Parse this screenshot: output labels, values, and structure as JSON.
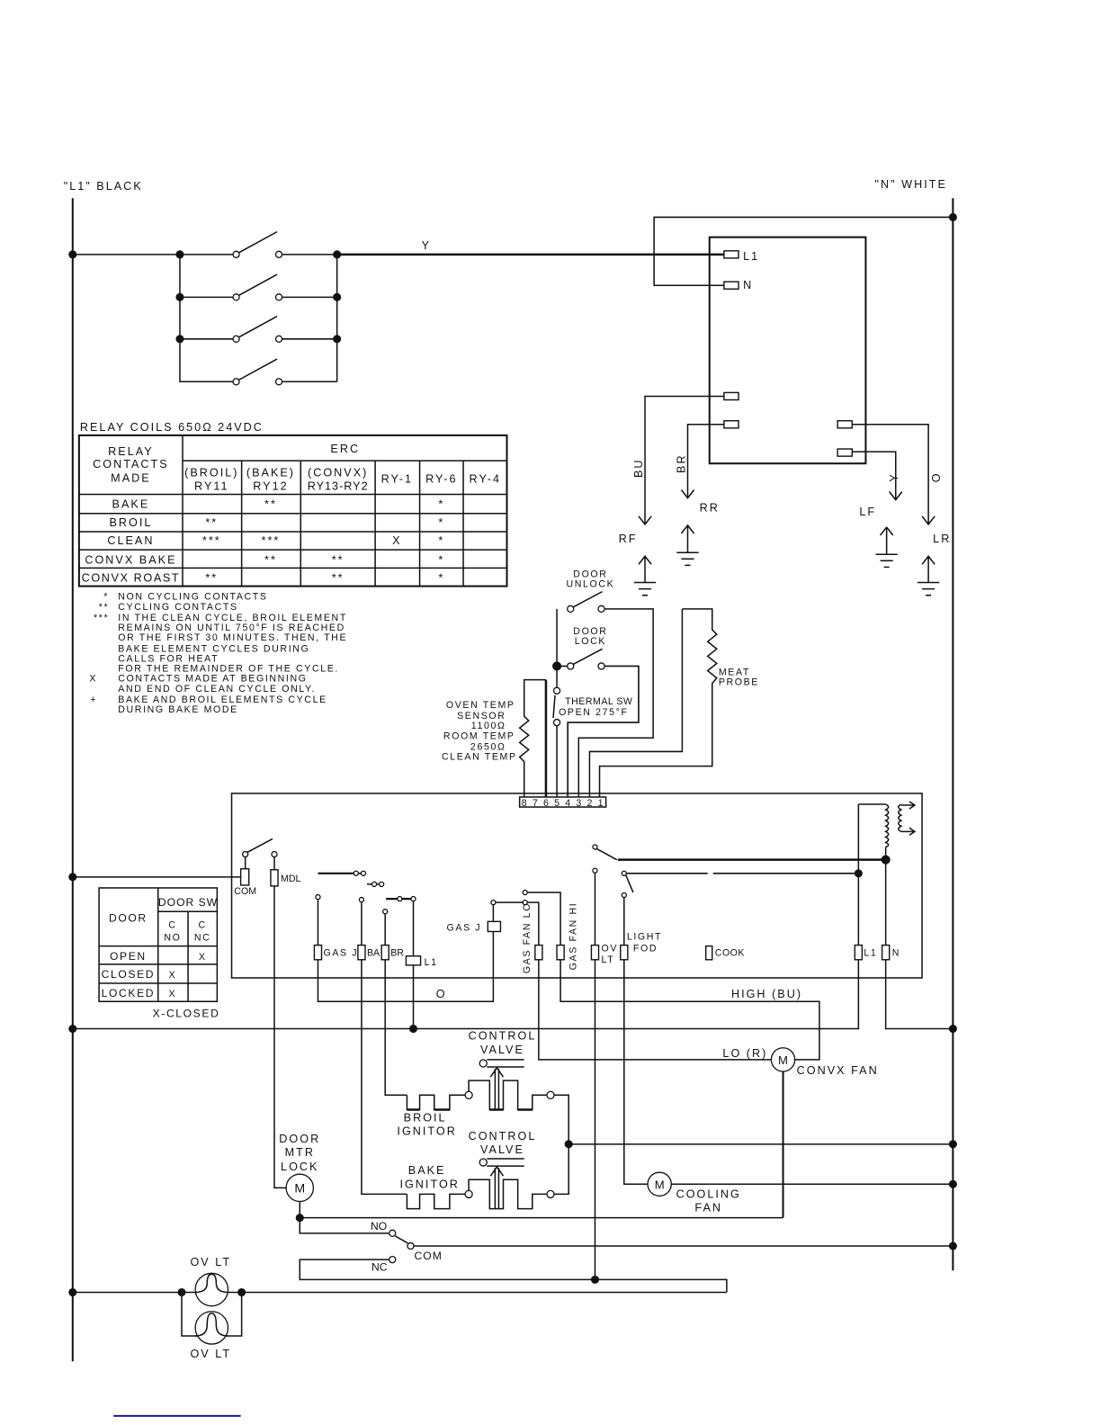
{
  "rails": {
    "l1": "\"L1\" BLACK",
    "n": "\"N\" WHITE"
  },
  "top_wire_label": "Y",
  "module": {
    "l1": "L1",
    "n": "N"
  },
  "elements": {
    "bu": "BU",
    "br": "BR",
    "y": "Y",
    "o": "O",
    "rf": "RF",
    "rr": "RR",
    "lf": "LF",
    "lr": "LR"
  },
  "relay_table": {
    "title": "RELAY COILS 650Ω 24VDC",
    "header_left": [
      "RELAY",
      "CONTACTS",
      "MADE"
    ],
    "erc": "ERC",
    "columns": [
      [
        "(BROIL)",
        "RY11"
      ],
      [
        "(BAKE)",
        "RY12"
      ],
      [
        "(CONVX)",
        "RY13-RY2"
      ],
      [
        "RY-1"
      ],
      [
        "RY-6"
      ],
      [
        "RY-4"
      ]
    ],
    "rows": [
      {
        "mode": "BAKE",
        "cells": [
          "",
          "**",
          "",
          "",
          "*",
          ""
        ]
      },
      {
        "mode": "BROIL",
        "cells": [
          "**",
          "",
          "",
          "",
          "*",
          ""
        ]
      },
      {
        "mode": "CLEAN",
        "cells": [
          "***",
          "***",
          "",
          "X",
          "*",
          ""
        ]
      },
      {
        "mode": "CONVX BAKE",
        "cells": [
          "",
          "**",
          "**",
          "",
          "*",
          ""
        ]
      },
      {
        "mode": "CONVX ROAST",
        "cells": [
          "**",
          "",
          "**",
          "",
          "*",
          ""
        ]
      }
    ]
  },
  "notes": [
    {
      "sym": "*",
      "text": [
        "NON CYCLING CONTACTS"
      ]
    },
    {
      "sym": "**",
      "text": [
        "CYCLING CONTACTS"
      ]
    },
    {
      "sym": "***",
      "text": [
        "IN THE CLEAN CYCLE, BROIL ELEMENT",
        "REMAINS ON UNTIL 750°F IS REACHED",
        "OR THE FIRST 30 MINUTES. THEN, THE",
        "BAKE ELEMENT CYCLES DURING",
        "CALLS FOR HEAT",
        "FOR THE REMAINDER OF THE CYCLE."
      ]
    },
    {
      "sym": "X",
      "text": [
        "CONTACTS MADE AT BEGINNING",
        "AND END OF CLEAN CYCLE ONLY."
      ]
    },
    {
      "sym": "+",
      "text": [
        "BAKE AND BROIL ELEMENTS CYCLE",
        "DURING BAKE MODE"
      ]
    }
  ],
  "door_unlock": [
    "DOOR",
    "UNLOCK"
  ],
  "door_lock": [
    "DOOR",
    "LOCK"
  ],
  "thermal_sw": [
    "THERMAL SW",
    "OPEN 275°F"
  ],
  "meat_probe": [
    "MEAT",
    "PROBE"
  ],
  "oven_sensor": [
    "OVEN TEMP",
    "SENSOR",
    "1100Ω",
    "ROOM TEMP",
    "2650Ω",
    "CLEAN TEMP"
  ],
  "pins": [
    "8",
    "7",
    "6",
    "5",
    "4",
    "3",
    "2",
    "1"
  ],
  "board": {
    "com": "COM",
    "mdl": "MDL",
    "gas_j_term": "GAS J",
    "ba": "BA",
    "br": "BR",
    "l1_relay": "L1",
    "gas_j_relay": "GAS J",
    "gas_fan_lo": "GAS FAN LO",
    "gas_fan_hi": "GAS FAN HI",
    "ov_lt": [
      "OV",
      "LT"
    ],
    "light_fod": [
      "LIGHT",
      "FOD"
    ],
    "cook": "COOK",
    "l1": "L1",
    "n": "N"
  },
  "wires": {
    "o": "O",
    "high": "HIGH (BU)",
    "lo": "LO (R)"
  },
  "components": {
    "motor_symbol": "M",
    "convx_fan": "CONVX FAN",
    "control_valve": [
      "CONTROL",
      "VALVE"
    ],
    "broil_ignitor": [
      "BROIL",
      "IGNITOR"
    ],
    "bake_ignitor": [
      "BAKE",
      "IGNITOR"
    ],
    "door_mtr_lock": [
      "DOOR",
      "MTR",
      "LOCK"
    ],
    "cooling_fan": [
      "COOLING",
      "FAN"
    ],
    "door_switch": {
      "no": "NO",
      "com": "COM",
      "nc": "NC"
    },
    "oven_light": "OV LT"
  },
  "door_table": {
    "door": "DOOR",
    "door_sw": "DOOR SW",
    "columns": [
      [
        "C",
        "NO"
      ],
      [
        "C",
        "NC"
      ]
    ],
    "rows": [
      {
        "state": "OPEN",
        "cells": [
          "",
          "X"
        ]
      },
      {
        "state": "CLOSED",
        "cells": [
          "X",
          ""
        ]
      },
      {
        "state": "LOCKED",
        "cells": [
          "X",
          ""
        ]
      }
    ],
    "legend": "X-CLOSED"
  },
  "colors": {
    "ink": "#111111",
    "link": "#1a1a8c"
  }
}
